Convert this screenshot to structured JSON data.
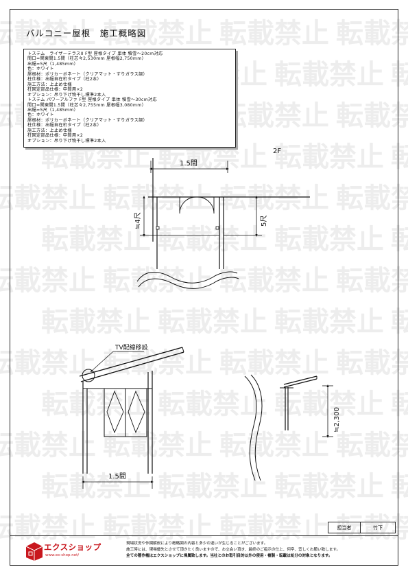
{
  "title": "バルコニー屋根　施工概略図",
  "spec_lines": [
    "トステム　ライザーテラスII F型 屋根タイプ 単体 積雪～20cm対応",
    "間口=関東間1.5間（柱芯々2,530mm 屋根幅2,750mm）",
    "出幅=5尺（1,485mm）",
    "色：ホワイト",
    "屋根材：ポリカーボネート（クリアマット・すりガラス調）",
    "柱仕様：出幅自在桁タイプ（柱2本）",
    "施工方法：上止め仕様",
    "柱固定部品仕様：中間用×2",
    "オプション：吊り下げ物干し標準2本入",
    "トステム パワーアルファ F型 屋根タイプ 単体 積雪～30cm対応",
    "間口=関東間1.5間（柱芯々2,755mm 屋根幅3,080mm）",
    "出幅=5尺（1,485mm）",
    "色：ホワイト",
    "屋根材：ポリカーボネート（クリアマット・すりガラス調）",
    "柱仕様：出幅自在桁タイプ（柱2本）",
    "施工方法：上止め仕様",
    "柱固定部品仕様：中間用×2",
    "オプション：吊り下げ物干し標準2本入"
  ],
  "plan": {
    "floor_label": "2F",
    "width_label": "1.5間",
    "depth_left_label": "≒4尺",
    "depth_right_label": "5尺"
  },
  "elevation": {
    "tv_label": "TV配線移設",
    "width_label": "1.5間"
  },
  "side": {
    "height_label": "≒2,300"
  },
  "watermark": "転載禁止",
  "signoff": {
    "label": "担当者",
    "name": "竹下"
  },
  "brand": {
    "name": "エクスショップ",
    "url": "www.ex-shop.net/",
    "color": "#c8171e"
  },
  "disclaimer": [
    "現場状況や作図解説により概略図の内容と多少の違いが生じることがございます。",
    "施工時には、現場優先とさせて頂きたく良いますので、お立会い頂き、最終のご指示の仕上、何卒、宜しくお願い致します。",
    "全ての著作権はエクスショップに帰属致します。当社とのお取引目的以外の使用・複製・転載は処分の対象となります。"
  ]
}
